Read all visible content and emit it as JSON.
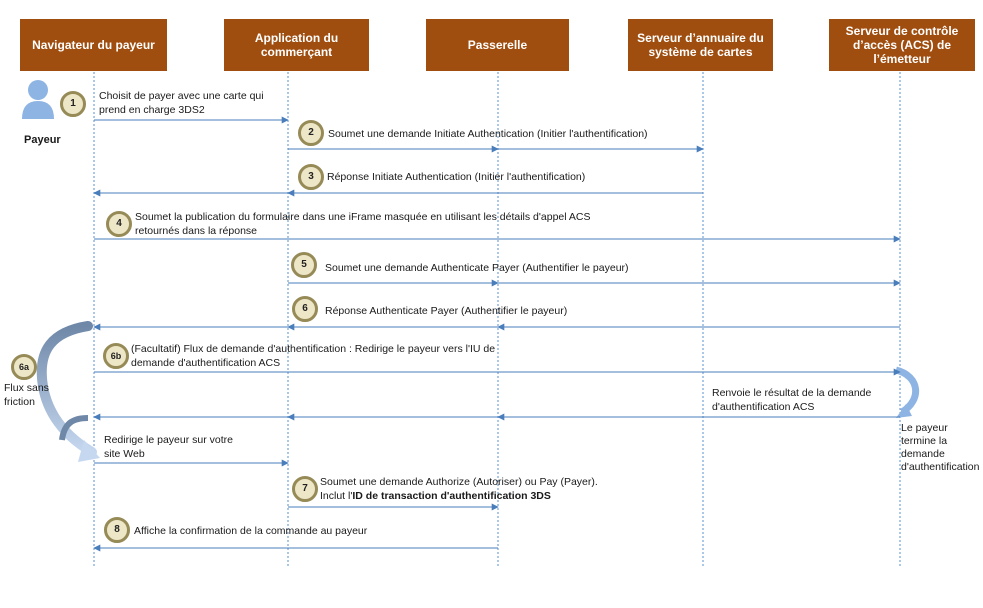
{
  "participants": [
    "Navigateur du payeur",
    "Application du commerçant",
    "Passerelle",
    "Serveur d’annuaire du système de cartes",
    "Serveur de contrôle d’accès (ACS) de l’émetteur"
  ],
  "actor_label": "Payeur",
  "steps": {
    "s1": "1",
    "s2": "2",
    "s3": "3",
    "s4": "4",
    "s5": "5",
    "s6": "6",
    "s6a": "6a",
    "s6b": "6b",
    "s7": "7",
    "s8": "8"
  },
  "messages": {
    "m1_line1": "Choisit de payer avec une carte qui",
    "m1_line2": "prend en charge 3DS2",
    "m2": "Soumet une demande Initiate Authentication (Initier l'authentification)",
    "m3": "Réponse Initiate Authentication (Initier l'authentification)",
    "m4_line1": "Soumet la publication du formulaire dans une iFrame masquée en utilisant les détails d'appel ACS",
    "m4_line2": "retournés dans la réponse",
    "m5": "Soumet une demande Authenticate Payer (Authentifier le payeur)",
    "m6": "Réponse Authenticate Payer (Authentifier le payeur)",
    "m6b_line1": "(Facultatif) Flux de demande d'authentification : Redirige le payeur vers l'IU de",
    "m6b_line2": "demande d'authentification ACS",
    "m6a_line1": "Flux sans",
    "m6a_line2": "friction",
    "acs_return_line1": "Renvoie le résultat de la demande",
    "acs_return_line2": "d'authentification ACS",
    "payer_done_line1": "Le payeur",
    "payer_done_line2": "termine la",
    "payer_done_line3": "demande",
    "payer_done_line4": "d'authentification",
    "redirect_line1": "Redirige le payeur sur votre",
    "redirect_line2": "site Web",
    "m7_line1": "Soumet une demande Authorize (Autoriser) ou Pay (Payer).",
    "m7_line2_prefix": "Inclut l'",
    "m7_line2_bold": "ID de transaction d'authentification 3DS",
    "m8": "Affiche la confirmation de la commande au payeur"
  },
  "colors": {
    "header_bg": "#a04e0f",
    "arrow": "#4a7ebb",
    "lifeline": "#5b8fcf",
    "step_fill": "#ede6c7",
    "step_border": "#968a57",
    "actor": "#8eb4e3"
  }
}
